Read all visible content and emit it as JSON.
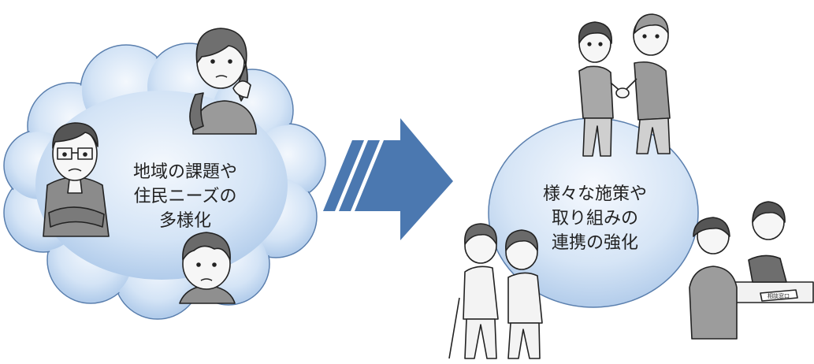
{
  "left_bubble": {
    "lines": [
      "地域の課題や",
      "住民ニーズの",
      "多様化"
    ]
  },
  "right_bubble": {
    "lines": [
      "様々な施策や",
      "取り組みの",
      "連携の強化"
    ]
  },
  "counter_sign": "相談窓口",
  "colors": {
    "bubble_light": "#e9f2fb",
    "bubble_dark": "#a9c6e8",
    "bubble_stroke": "#5a7fae",
    "arrow": "#4b78b0"
  },
  "icons": [
    "worried-man-icon",
    "worried-woman-icon",
    "worried-boy-icon",
    "handshake-pair-icon",
    "walking-pair-icon",
    "consultation-desk-icon"
  ]
}
